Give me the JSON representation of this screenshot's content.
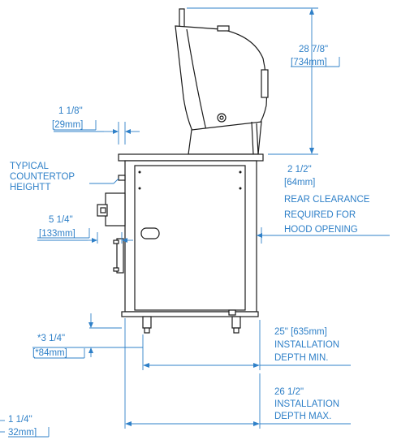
{
  "dimensions": {
    "hood_height": [
      "28 7/8\"",
      "[734mm]"
    ],
    "hood_overhang": [
      "1 1/8\"",
      "[29mm]"
    ],
    "countertop": [
      "TYPICAL",
      "COUNTERTOP",
      "HEIGHTT"
    ],
    "rear_clearance": [
      "2 1/2\"",
      "[64mm]",
      "REAR CLEARANCE",
      "REQUIRED FOR",
      "HOOD OPENING"
    ],
    "knob_depth": [
      "5 1/4\"",
      "[133mm]"
    ],
    "leg_height": [
      "*3 1/4\"",
      "[*84mm]"
    ],
    "depth_min": [
      "25\" [635mm]",
      "INSTALLATION",
      "DEPTH MIN."
    ],
    "depth_max": [
      "26 1/2\"",
      "INSTALLATION",
      "DEPTH MAX."
    ],
    "edge_offset": [
      "1 1/4\"",
      "32mm]"
    ]
  },
  "colors": {
    "dimension": "#2f80c8",
    "outline": "#1a1a1a"
  }
}
